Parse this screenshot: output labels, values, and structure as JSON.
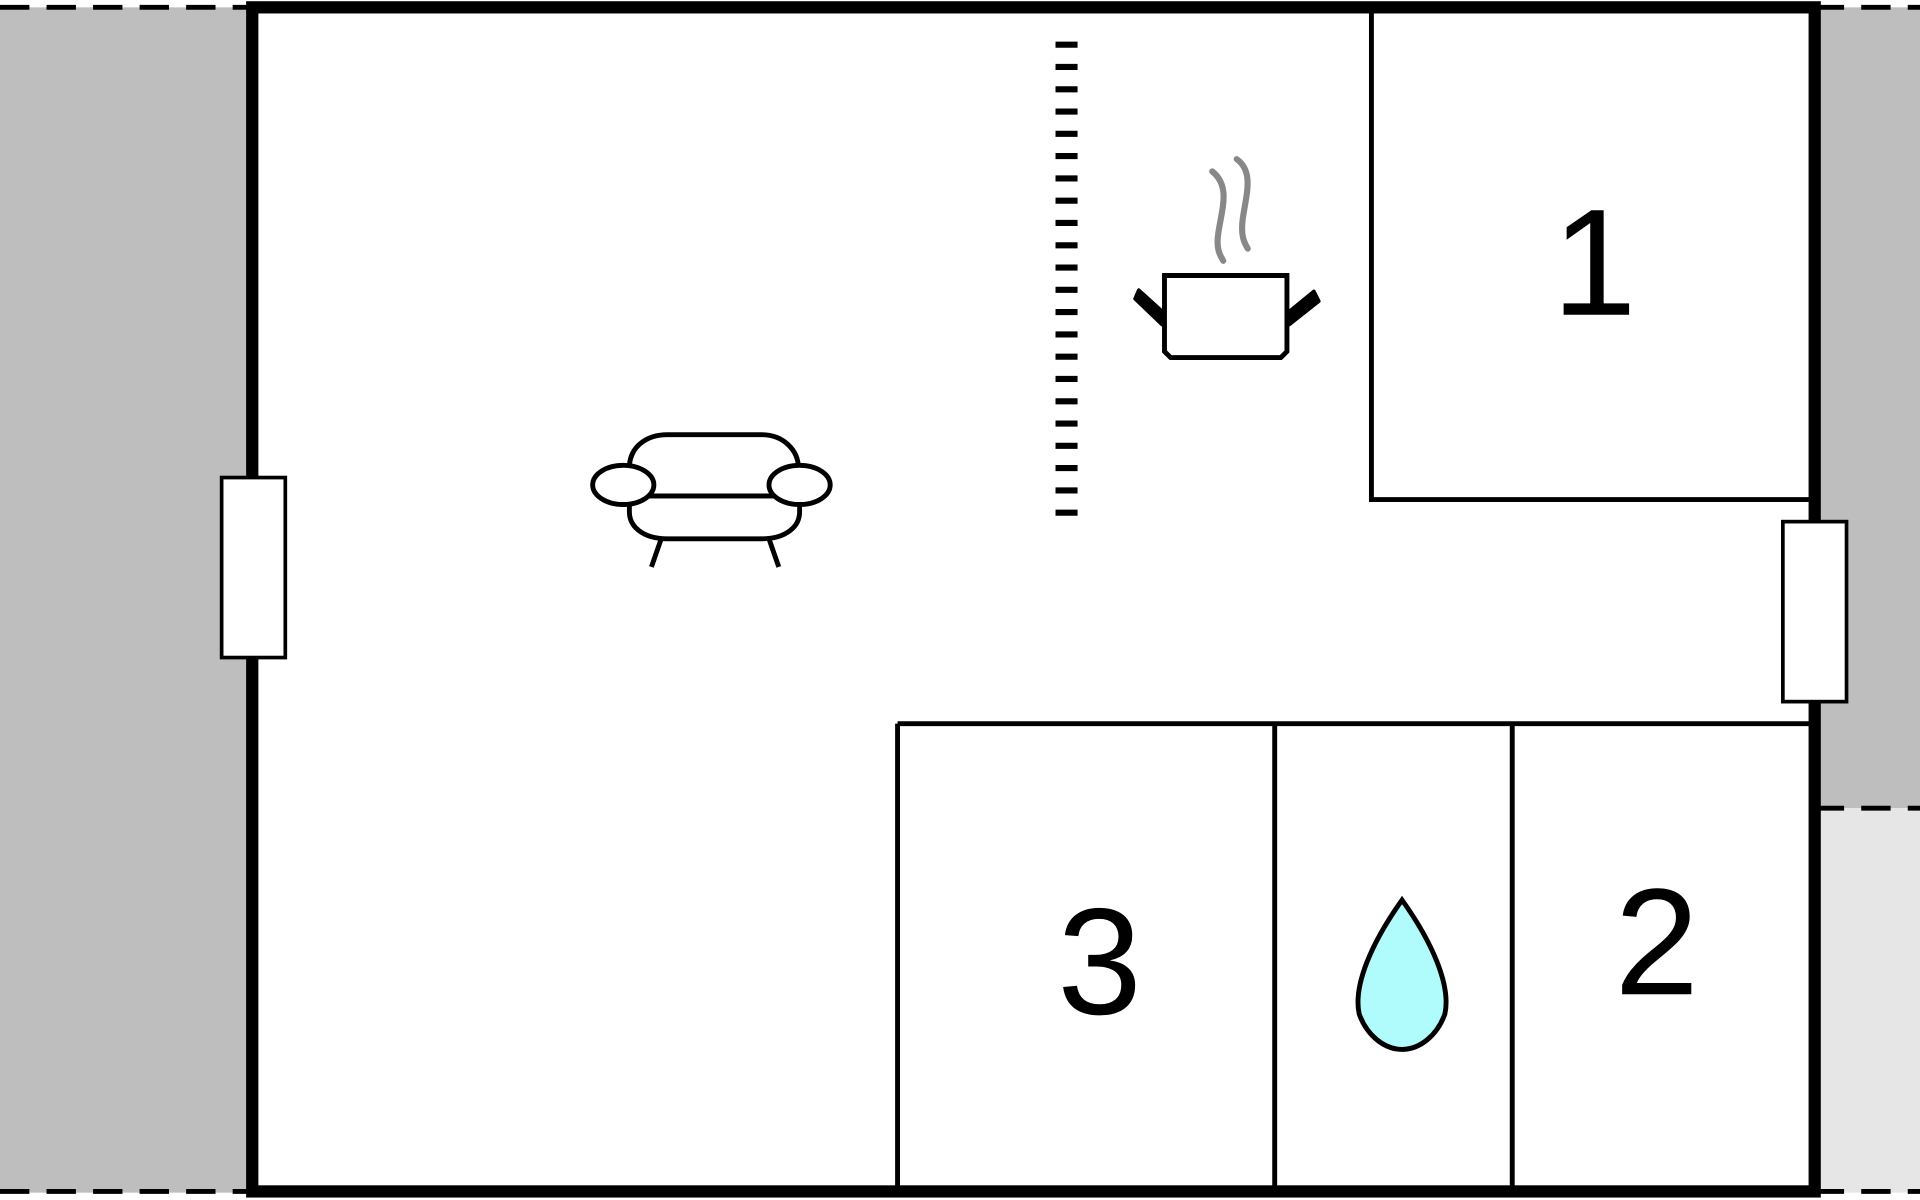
{
  "floorplan": {
    "rooms": [
      {
        "id": "bedroom-1",
        "label": "1"
      },
      {
        "id": "bedroom-2",
        "label": "2"
      },
      {
        "id": "bedroom-3",
        "label": "3"
      }
    ],
    "icons": [
      "sofa-icon",
      "cooking-pot-icon",
      "water-drop-icon",
      "window-icon"
    ],
    "colors": {
      "outside_dark": "#bebebe",
      "outside_light": "#e6e6e6",
      "wall": "#000000",
      "water": "#b0fcfc",
      "steam": "#888888"
    }
  }
}
